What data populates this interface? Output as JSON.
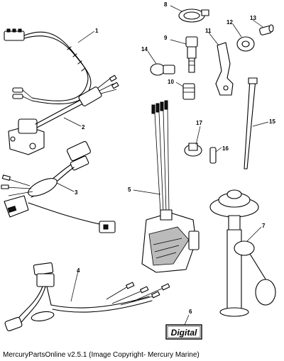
{
  "callouts": {
    "c1": "1",
    "c2": "2",
    "c3": "3",
    "c4": "4",
    "c5": "5",
    "c6": "6",
    "c7": "7",
    "c8": "8",
    "c9": "9",
    "c10": "10",
    "c11": "11",
    "c12": "12",
    "c13": "13",
    "c14": "14",
    "c15": "15",
    "c16": "16",
    "c17": "17"
  },
  "badge": "Digital",
  "footer": "MercuryPartsOnline v2.5.1 (Image Copyright- Mercury Marine)"
}
